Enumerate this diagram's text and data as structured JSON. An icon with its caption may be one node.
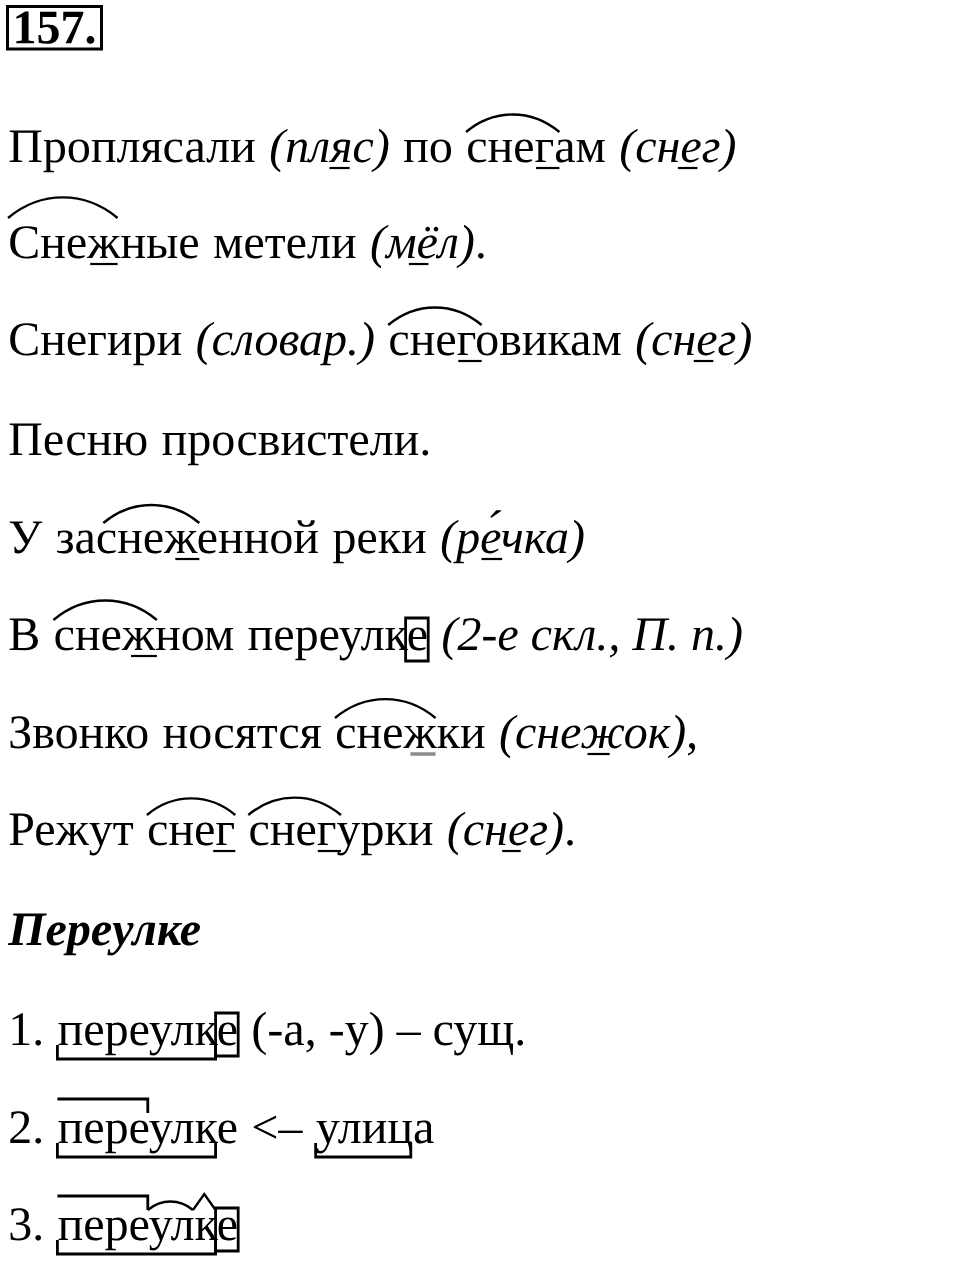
{
  "diagram": {
    "nodes": [
      {
        "text": [
          "157."
        ]
      }
    ],
    "labels": [
      "Проплясали",
      "(пляс)",
      "по",
      "снегам",
      "(снег)",
      "Снежные",
      "метели",
      "*(мёл)*.",
      "Снегири",
      "(словар.)",
      "снеговикам",
      "(снег)",
      "Песню",
      "просвистели.",
      "У",
      "заснеженной",
      "реки",
      "(ре́чка)",
      "В",
      "снежном",
      "переулке",
      "(2-е скл., П. п.)",
      "Звонко",
      "носятся",
      "снежки",
      "*(снежок)*,",
      "Режут",
      "снег",
      "снегурки",
      "*(снег)*.",
      "Переулке",
      "1.",
      "переулке",
      "(-а, -у) – сущ.",
      "2.",
      "переулке",
      "<–",
      "улица",
      "3.",
      "переулке"
    ]
  }
}
